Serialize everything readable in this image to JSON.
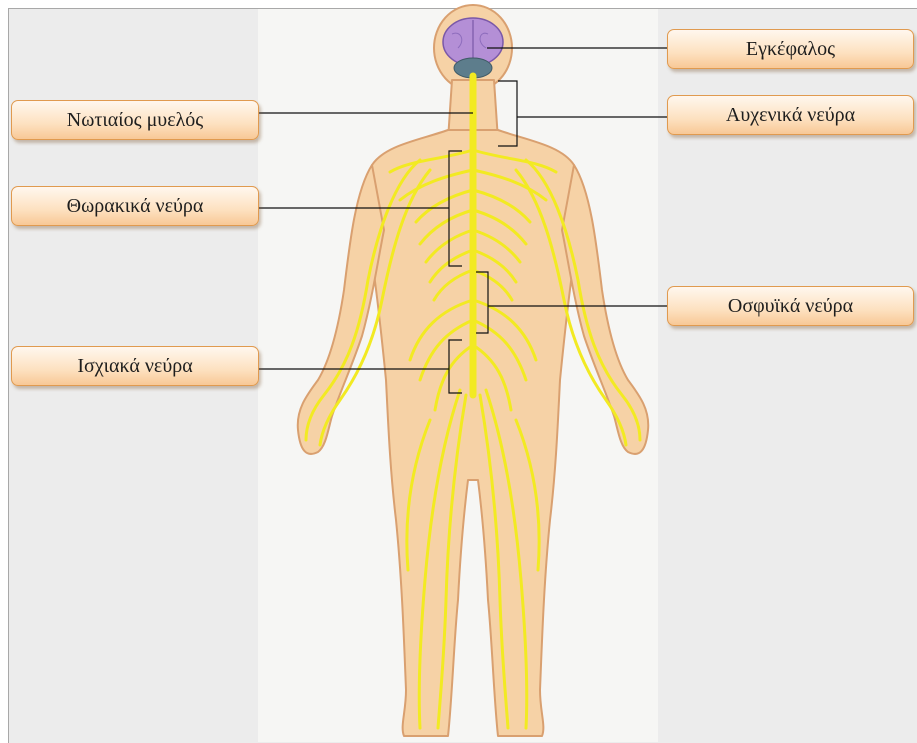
{
  "labels": {
    "brain": "Εγκέφαλος",
    "spinal_cord": "Νωτιαίος μυελός",
    "cervical_nerves": "Αυχενικά νεύρα",
    "thoracic_nerves": "Θωρακικά νεύρα",
    "lumbar_nerves": "Οσφυϊκά νεύρα",
    "sciatic_nerves": "Ισχιακά νεύρα"
  },
  "colors": {
    "skin": "#f6d2a6",
    "skin_outline": "#d9a070",
    "nerve": "#f2ea22",
    "brain": "#b48fd6",
    "cerebellum": "#5d7d8c",
    "label_border": "#e09a4f"
  }
}
